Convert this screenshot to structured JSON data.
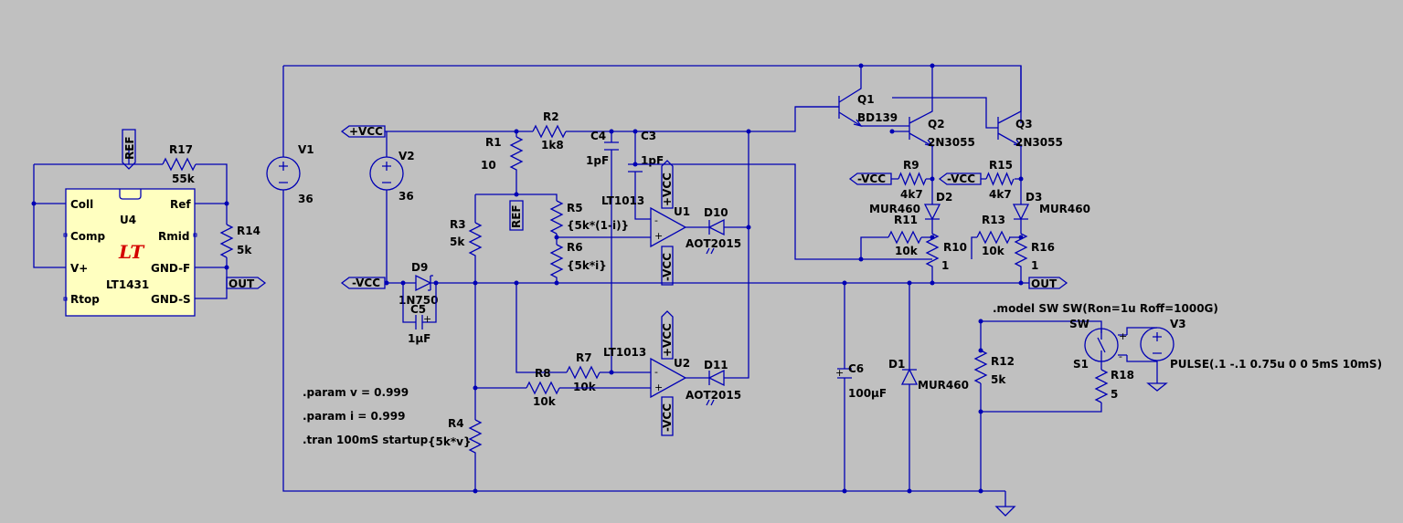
{
  "colors": {
    "background": "#c0c0c0",
    "wire": "#0000b4",
    "ic_fill": "#ffffc0",
    "logo": "#d40000"
  },
  "labels": {
    "ref_u4": "REF",
    "ref_main": "REF",
    "vcc_pos": "+VCC",
    "vcc_neg": "-VCC",
    "out_left": "OUT",
    "out_right": "OUT",
    "q2_ncc": "-VCC",
    "q3_ncc": "-VCC",
    "u1_pos": "+VCC",
    "u1_neg": "-VCC",
    "u2_pos": "+VCC",
    "u2_neg": "-VCC"
  },
  "u4": {
    "name": "U4",
    "part": "LT1431",
    "logo_text": "LT",
    "pins": {
      "coll": "Coll",
      "ref": "Ref",
      "comp": "Comp",
      "rmid": "Rmid",
      "vplus": "V+",
      "gndf": "GND-F",
      "rtop": "Rtop",
      "gnds": "GND-S"
    }
  },
  "components": {
    "r17": {
      "name": "R17",
      "value": "55k"
    },
    "r14": {
      "name": "R14",
      "value": "5k"
    },
    "v1": {
      "name": "V1",
      "value": "36"
    },
    "v2": {
      "name": "V2",
      "value": "36"
    },
    "r1": {
      "name": "R1",
      "value": "10"
    },
    "r2": {
      "name": "R2",
      "value": "1k8"
    },
    "c4": {
      "name": "C4",
      "value": "1pF"
    },
    "c3": {
      "name": "C3",
      "value": "1pF"
    },
    "q1": {
      "name": "Q1",
      "value": "BD139"
    },
    "q2": {
      "name": "Q2",
      "value": "2N3055"
    },
    "q3": {
      "name": "Q3",
      "value": "2N3055"
    },
    "r9": {
      "name": "R9",
      "value": "4k7"
    },
    "r15": {
      "name": "R15",
      "value": "4k7"
    },
    "d2": {
      "name": "D2",
      "value": "MUR460"
    },
    "d3": {
      "name": "D3",
      "value": "MUR460"
    },
    "r11": {
      "name": "R11",
      "value": "10k"
    },
    "r13": {
      "name": "R13",
      "value": "10k"
    },
    "r10": {
      "name": "R10",
      "value": "1"
    },
    "r16": {
      "name": "R16",
      "value": "1"
    },
    "r3": {
      "name": "R3",
      "value": "5k"
    },
    "r5": {
      "name": "R5",
      "value": "{5k*(1-i)}"
    },
    "r6": {
      "name": "R6",
      "value": "{5k*i}"
    },
    "u1": {
      "name": "U1",
      "value": "LT1013"
    },
    "u2": {
      "name": "U2",
      "value": "LT1013"
    },
    "d10": {
      "name": "D10",
      "value": "AOT2015"
    },
    "d11": {
      "name": "D11",
      "value": "AOT2015"
    },
    "d9": {
      "name": "D9",
      "value": "1N750"
    },
    "c5": {
      "name": "C5",
      "value": "1µF"
    },
    "r7": {
      "name": "R7",
      "value": "10k"
    },
    "r8": {
      "name": "R8",
      "value": "10k"
    },
    "r4": {
      "name": "R4",
      "value": "{5k*v}"
    },
    "c6": {
      "name": "C6",
      "value": "100µF"
    },
    "d1": {
      "name": "D1",
      "value": "MUR460"
    },
    "r12": {
      "name": "R12",
      "value": "5k"
    },
    "sw": {
      "name": "SW",
      "label": "S1"
    },
    "r18": {
      "name": "R18",
      "value": "5"
    },
    "v3": {
      "name": "V3",
      "value": "PULSE(.1 -.1 0.75u 0 0 5mS 10mS)"
    }
  },
  "directives": {
    "model": ".model SW SW(Ron=1u Roff=1000G)",
    "param_v": ".param v = 0.999",
    "param_i": ".param i = 0.999",
    "tran": ".tran 100mS startup"
  }
}
